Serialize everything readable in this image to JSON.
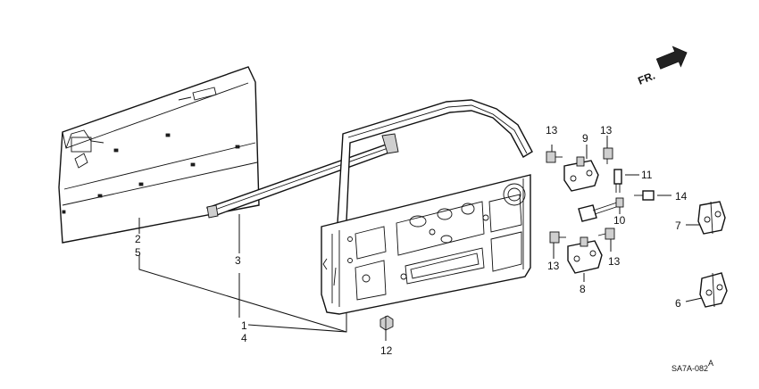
{
  "orientation_label": "FR.",
  "diagram_code": "SA7A-082",
  "diagram_code_suffix": "A",
  "callouts": {
    "p1": "1",
    "p2": "2",
    "p3": "3",
    "p4": "4",
    "p5": "5",
    "p6": "6",
    "p7": "7",
    "p8": "8",
    "p9": "9",
    "p10": "10",
    "p11": "11",
    "p12": "12",
    "p13a": "13",
    "p13b": "13",
    "p13c": "13",
    "p13d": "13",
    "p14": "14"
  },
  "icons": {
    "direction_arrow": "fr-arrow-icon"
  }
}
